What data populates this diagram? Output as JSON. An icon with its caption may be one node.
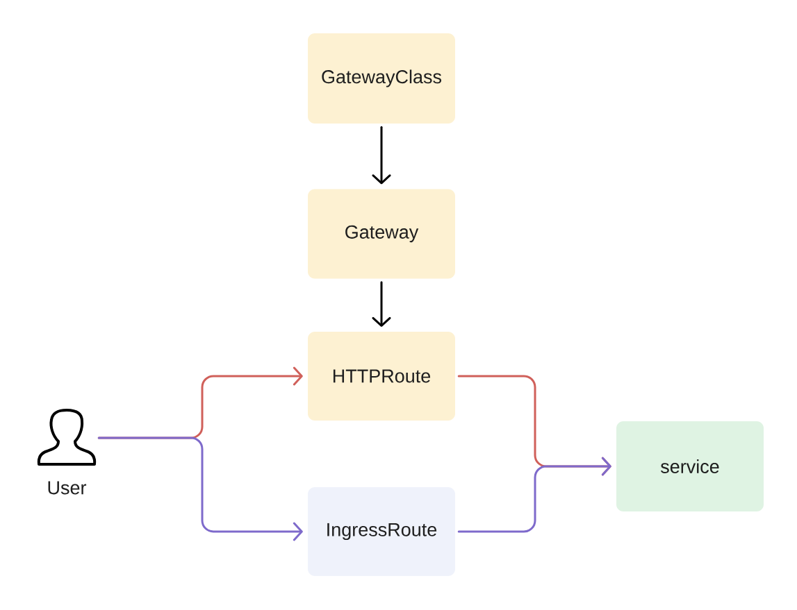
{
  "diagram": {
    "nodes": [
      {
        "text": [
          "GatewayClass"
        ]
      },
      {
        "text": [
          "Gateway"
        ]
      },
      {
        "text": [
          "HTTPRoute"
        ]
      },
      {
        "text": [],
        "shape": "person",
        "beside": [
          "User"
        ]
      },
      {
        "text": [
          "service"
        ]
      },
      {
        "text": [
          "IngressRoute"
        ]
      }
    ],
    "edges": [
      {
        "from": 0,
        "to": 1,
        "arrow": "to",
        "color": "#000000"
      },
      {
        "from": 1,
        "to": 2,
        "arrow": "to",
        "color": "#000000"
      },
      {
        "from": 3,
        "to": 2,
        "arrow": "to",
        "color": "#d0605a"
      },
      {
        "from": 2,
        "to": 4,
        "arrow": "to",
        "color": "#d0605a"
      },
      {
        "from": 3,
        "to": 5,
        "arrow": "to",
        "color": "#7e6acb"
      },
      {
        "from": 5,
        "to": 4,
        "arrow": "to",
        "color": "#7e6acb"
      }
    ]
  }
}
